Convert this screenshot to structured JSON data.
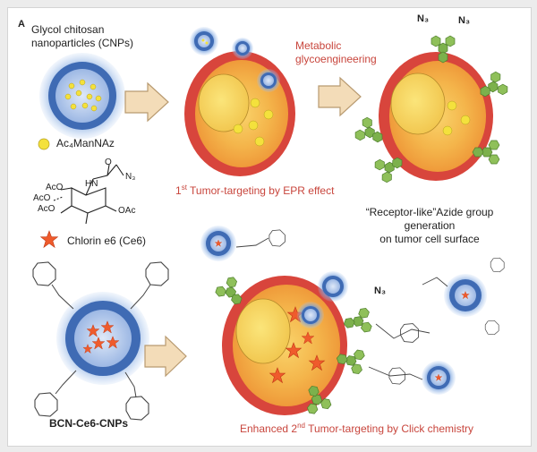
{
  "panel_letter": "A",
  "cnp_label_line1": "Glycol chitosan",
  "cnp_label_line2": "nanoparticles (CNPs)",
  "ac4mannaz_label": "Ac₄ManNAz",
  "ce6_label": "Chlorin e6 (Ce6)",
  "bcn_label": "BCN-Ce6-CNPs",
  "metabolic_line1": "Metabolic",
  "metabolic_line2": "glycoengineering",
  "first_targeting_prefix": "1",
  "first_targeting_sup": "st",
  "first_targeting_rest": " Tumor-targeting by EPR effect",
  "receptor_line1": "“Receptor-like”Azide group",
  "receptor_line2": "generation",
  "receptor_line3": "on tumor cell surface",
  "enhanced_prefix": "Enhanced 2",
  "enhanced_sup": "nd",
  "enhanced_rest": " Tumor-targeting by Click chemistry",
  "azide_symbol": "N₃",
  "molecule_labels": {
    "aco": "AcO",
    "oac": "OAc",
    "hn": "HN",
    "o": "O",
    "n3": "N₃"
  },
  "colors": {
    "annotation_red": "#c8453c",
    "cell_red": "#d8453c",
    "cell_orange": "#f0a23c",
    "nucleus_yellow": "#f7d65c",
    "nanoparticle_blue": "#4a7fc8",
    "dot_yellow": "#f4e13c",
    "azide_green": "#7cb14c",
    "ce6_star": "#ef5b2c",
    "arrow_fill": "#f3dcb8",
    "arrow_stroke": "#b89a70"
  }
}
